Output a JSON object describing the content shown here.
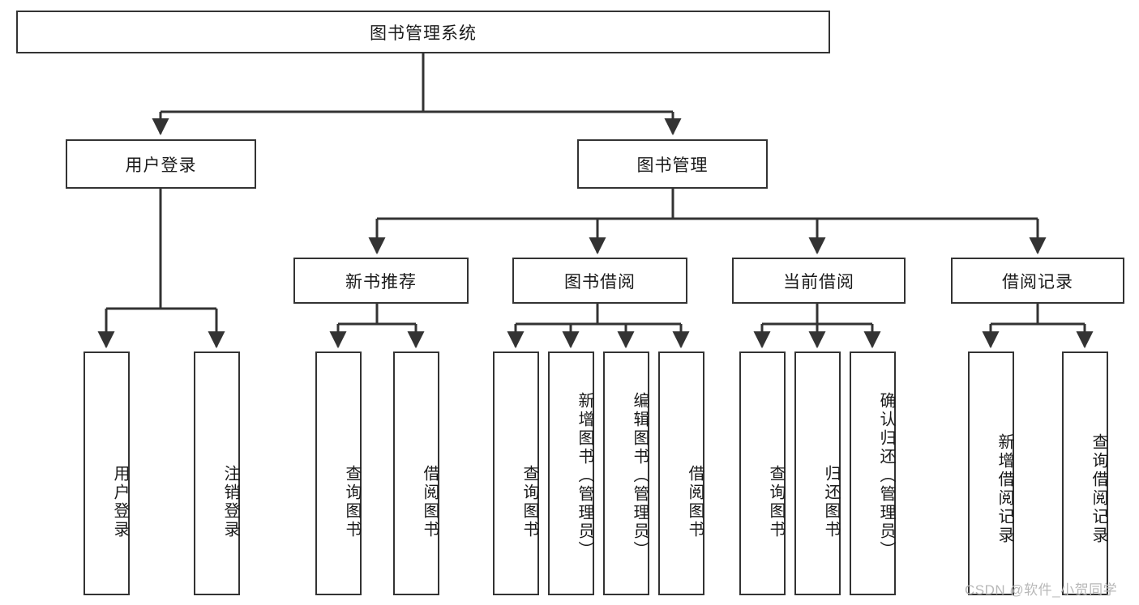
{
  "diagram": {
    "type": "tree",
    "title": "图书管理系统",
    "root": {
      "label": "图书管理系统"
    },
    "level2": [
      {
        "label": "用户登录"
      },
      {
        "label": "图书管理"
      }
    ],
    "level3": [
      {
        "label": "新书推荐"
      },
      {
        "label": "图书借阅"
      },
      {
        "label": "当前借阅"
      },
      {
        "label": "借阅记录"
      }
    ],
    "leaves": {
      "user_login": [
        {
          "label": "用户登录"
        },
        {
          "label": "注销登录"
        }
      ],
      "new_book_recommend": [
        {
          "label": "查询图书"
        },
        {
          "label": "借阅图书"
        }
      ],
      "book_borrow": [
        {
          "label": "查询图书"
        },
        {
          "label": "新增图书（管理员）"
        },
        {
          "label": "编辑图书（管理员）"
        },
        {
          "label": "借阅图书"
        }
      ],
      "current_borrow": [
        {
          "label": "查询图书"
        },
        {
          "label": "归还图书"
        },
        {
          "label": "确认归还（管理员）"
        }
      ],
      "borrow_record": [
        {
          "label": "新增借阅记录"
        },
        {
          "label": "查询借阅记录"
        }
      ]
    }
  },
  "watermark": {
    "text": "CSDN @软件_小贺同学"
  },
  "colors": {
    "box_border": "#333333",
    "box_fill": "#ffffff",
    "line": "#333333",
    "text": "#1a1a1a",
    "watermark": "#b8b8b8"
  }
}
